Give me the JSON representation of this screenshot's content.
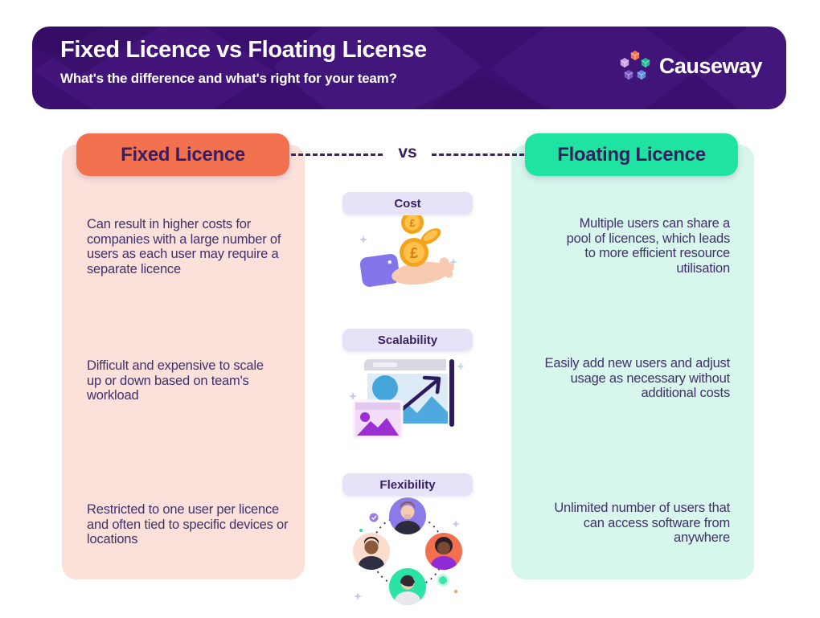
{
  "header": {
    "title": "Fixed Licence vs Floating License",
    "subtitle": "What's the difference and what's right for your team?",
    "brand": "Causeway",
    "bg_color": "#3B0F70",
    "text_color": "#FFFFFF",
    "logo_icon": "causeway-cubes-icon",
    "logo_cube_colors": [
      "#F4764F",
      "#C9A0DC",
      "#21B893",
      "#7A57C1",
      "#5C8BD9"
    ]
  },
  "comparison": {
    "vs_label": "vs",
    "text_color": "#3A1E62",
    "category_pill_color": "#E6E2F8",
    "left": {
      "title": "Fixed Licence",
      "header_color": "#F2714F",
      "panel_color": "#FBE1DA",
      "points": [
        "Can result in higher costs for companies with a large number of users as each user may require a separate licence",
        "Difficult and expensive to scale up or down based on team's workload",
        "Restricted to one user per licence and often tied to specific devices or locations"
      ]
    },
    "right": {
      "title": "Floating Licence",
      "header_color": "#1FE3A1",
      "panel_color": "#D7F6EC",
      "points": [
        "Multiple users can share a pool of licences, which leads to more efficient resource utilisation",
        "Easily add new users and adjust usage as necessary without additional costs",
        "Unlimited number of users that can access software from anywhere"
      ]
    },
    "categories": [
      {
        "label": "Cost",
        "icon": "coins-in-hand-icon"
      },
      {
        "label": "Scalability",
        "icon": "growth-chart-icon"
      },
      {
        "label": "Flexibility",
        "icon": "user-network-icon"
      }
    ]
  }
}
